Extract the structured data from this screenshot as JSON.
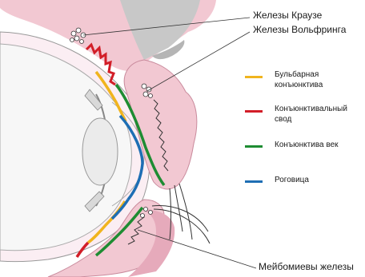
{
  "labels": {
    "krause": "Железы Краузе",
    "wolfring": "Железы Вольфринга",
    "meibomian": "Мейбомиевы железы"
  },
  "legend": [
    {
      "label": "Бульбарная конъюнктива",
      "line1": "Бульбарная",
      "line2": "конъюнктива",
      "color": "#f0b41e"
    },
    {
      "label": "Конъюнктивальный свод",
      "line1": "Конъюнктивальный",
      "line2": "свод",
      "color": "#d21e28"
    },
    {
      "label": "Конъюнктива век",
      "line1": "Конъюнктива век",
      "line2": "",
      "color": "#1e8c32"
    },
    {
      "label": "Роговица",
      "line1": "Роговица",
      "line2": "",
      "color": "#1e6eb4"
    }
  ],
  "colors": {
    "skin": "#f2c8d2",
    "skin_dark": "#e6aabb",
    "bone": "#c8c8c8",
    "sclera": "#fbeef3",
    "eye_outline": "#999999",
    "lens": "#ebebeb"
  }
}
